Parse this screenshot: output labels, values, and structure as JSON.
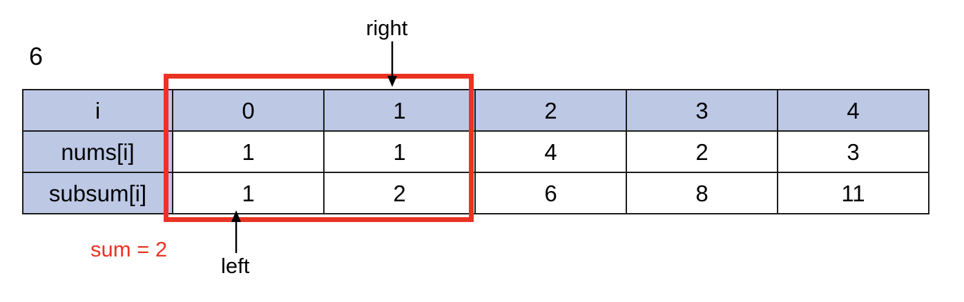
{
  "figure": {
    "top_value": "6",
    "accent_red": "#ea3323",
    "header_blue": "#bcc8e4",
    "grid_black": "#1a1a1a"
  },
  "table": {
    "row_labels": [
      "i",
      "nums[i]",
      "subsum[i]"
    ],
    "rows": [
      {
        "label": "i",
        "values": [
          "0",
          "1",
          "2",
          "3",
          "4"
        ]
      },
      {
        "label": "nums[i]",
        "values": [
          "1",
          "1",
          "4",
          "2",
          "3"
        ]
      },
      {
        "label": "subsum[i]",
        "values": [
          "1",
          "2",
          "6",
          "8",
          "11"
        ]
      }
    ]
  },
  "annotations": {
    "right_pointer": "right",
    "left_pointer": "left",
    "sum_text": "sum = 2"
  }
}
